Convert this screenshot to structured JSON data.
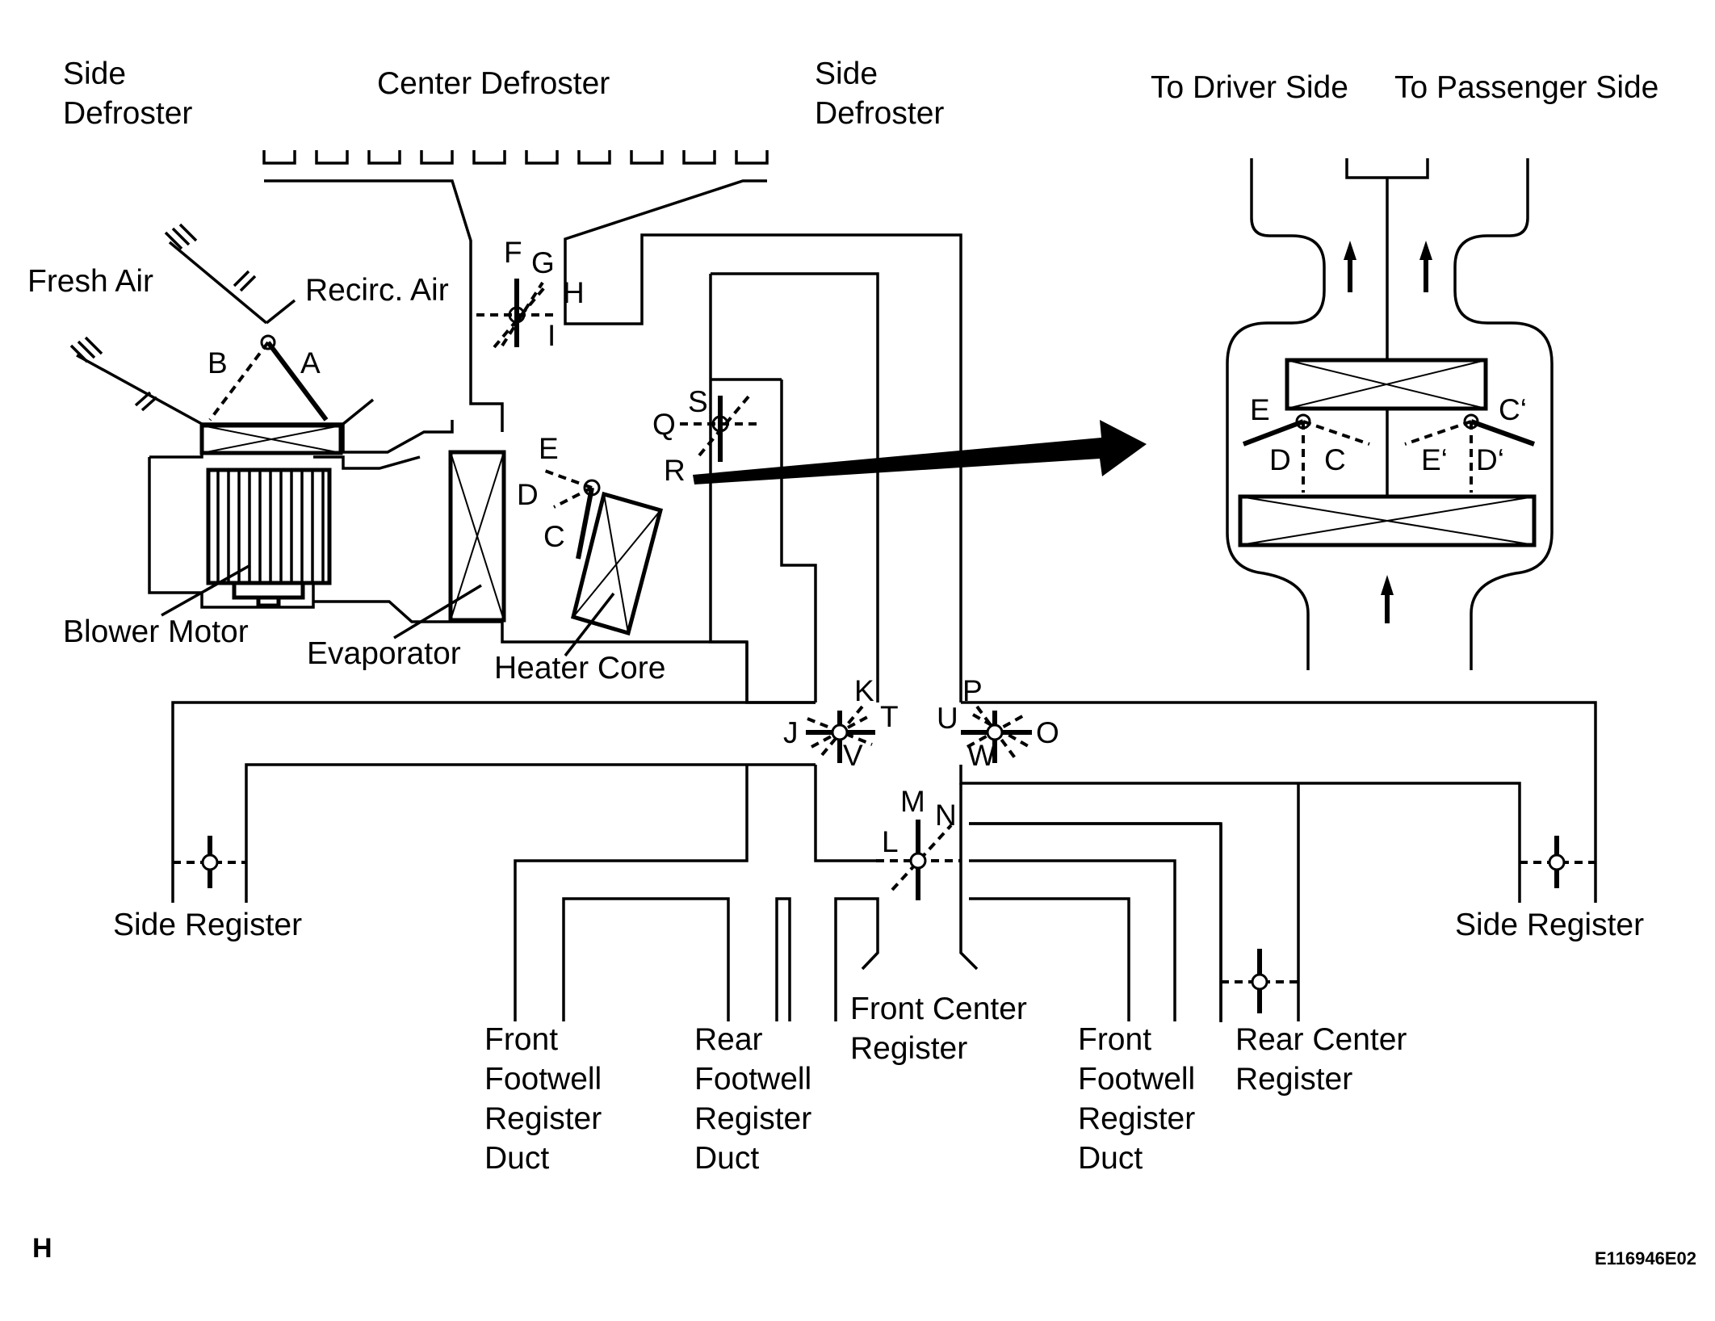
{
  "labels": {
    "side_defroster_left": [
      "Side",
      "Defroster"
    ],
    "center_defroster": "Center Defroster",
    "side_defroster_right": [
      "Side",
      "Defroster"
    ],
    "to_driver_side": "To Driver Side",
    "to_passenger_side": "To Passenger Side",
    "fresh_air": "Fresh Air",
    "recirc_air": "Recirc. Air",
    "blower_motor": "Blower Motor",
    "evaporator": "Evaporator",
    "heater_core": "Heater Core",
    "side_register_left": "Side Register",
    "side_register_right": "Side Register",
    "front_footwell_left": [
      "Front",
      "Footwell",
      "Register",
      "Duct"
    ],
    "rear_footwell": [
      "Rear",
      "Footwell",
      "Register",
      "Duct"
    ],
    "front_center_register": [
      "Front Center",
      "Register"
    ],
    "front_footwell_right": [
      "Front",
      "Footwell",
      "Register",
      "Duct"
    ],
    "rear_center_register": [
      "Rear Center",
      "Register"
    ],
    "corner_mark": "H",
    "figure_code": "E116946E02"
  },
  "damper_letters": {
    "A": "A",
    "B": "B",
    "C": "C",
    "D": "D",
    "E": "E",
    "F": "F",
    "G": "G",
    "H": "H",
    "I": "I",
    "J": "J",
    "K": "K",
    "L": "L",
    "M": "M",
    "N": "N",
    "O": "O",
    "P": "P",
    "Q": "Q",
    "R": "R",
    "S": "S",
    "T": "T",
    "U": "U",
    "V": "V",
    "W": "W"
  },
  "inset_letters": {
    "E": "E",
    "D": "D",
    "C": "C",
    "C_prime": "C‘",
    "E_prime": "E‘",
    "D_prime": "D‘"
  }
}
